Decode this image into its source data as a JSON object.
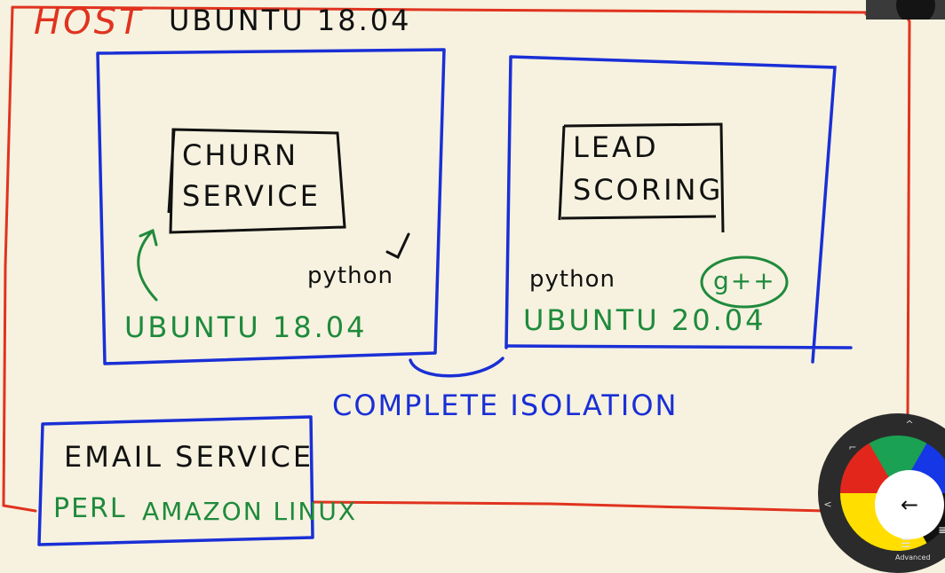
{
  "whiteboard": {
    "host_label": "HOST",
    "host_os": "UBUNTU 18.04",
    "churn": {
      "line1": "CHURN",
      "line2": "SERVICE",
      "runtime": "python",
      "os": "UBUNTU 18.04"
    },
    "lead": {
      "line1": "LEAD",
      "line2": "SCORING",
      "runtime": "python",
      "extra": "g++",
      "os": "UBUNTU 20.04"
    },
    "isolation": "COMPLETE ISOLATION",
    "email": {
      "title": "EMAIL SERVICE",
      "lang": "PERL",
      "os": "AMAZON LINUX"
    }
  },
  "pen_wheel": {
    "colors": [
      "#e3261b",
      "#1aa153",
      "#1637e6",
      "#111111",
      "#ffde00"
    ],
    "back_symbol": "←",
    "advanced_label": "Advanced",
    "up_symbol": "^",
    "left_symbol": "<",
    "corner_symbol": "⌐"
  },
  "colors": {
    "paper": "#f6f2df",
    "host_red": "#e0331f",
    "container_blue": "#1a2fd6",
    "os_green": "#1f8a3c",
    "ink": "#111111"
  }
}
